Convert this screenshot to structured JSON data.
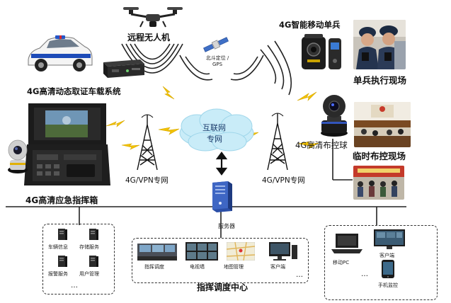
{
  "labels": {
    "drone": "远程无人机",
    "satellite": "北斗定位 / GPS",
    "body_cam": "4G智能移动单兵",
    "soldier_scene": "单兵执行现场",
    "vehicle_system": "4G高清动态取证车载系统",
    "cloud_line1": "互联网",
    "cloud_line2": "专网",
    "ptz_camera": "4G高清布控球",
    "deploy_scene": "临时布控现场",
    "vpn_left": "4G/VPN专网",
    "vpn_right": "4G/VPN专网",
    "command_box": "4G高清应急指挥箱",
    "server": "服务器",
    "command_center": "指挥调度中心"
  },
  "left_services": [
    {
      "label": "车辆信息",
      "icon": "server-tower-icon"
    },
    {
      "label": "存储服务",
      "icon": "server-tower-icon"
    },
    {
      "label": "报警服务",
      "icon": "server-tower-icon"
    },
    {
      "label": "用户管理",
      "icon": "server-tower-icon"
    }
  ],
  "left_ellipsis": "…",
  "center_screens": [
    {
      "label": "指挥调度"
    },
    {
      "label": "电视墙"
    },
    {
      "label": "地图管理"
    },
    {
      "label": "客户端"
    }
  ],
  "center_ellipsis": "…",
  "right_clients": [
    {
      "label": "移动PC"
    },
    {
      "label": "客户端"
    },
    {
      "label": "手机监控"
    }
  ],
  "right_ellipsis": "…",
  "colors": {
    "signal": "#f2c200",
    "cloud": "#c9ecf8",
    "line": "#222222",
    "server": "#2b4fa8"
  }
}
